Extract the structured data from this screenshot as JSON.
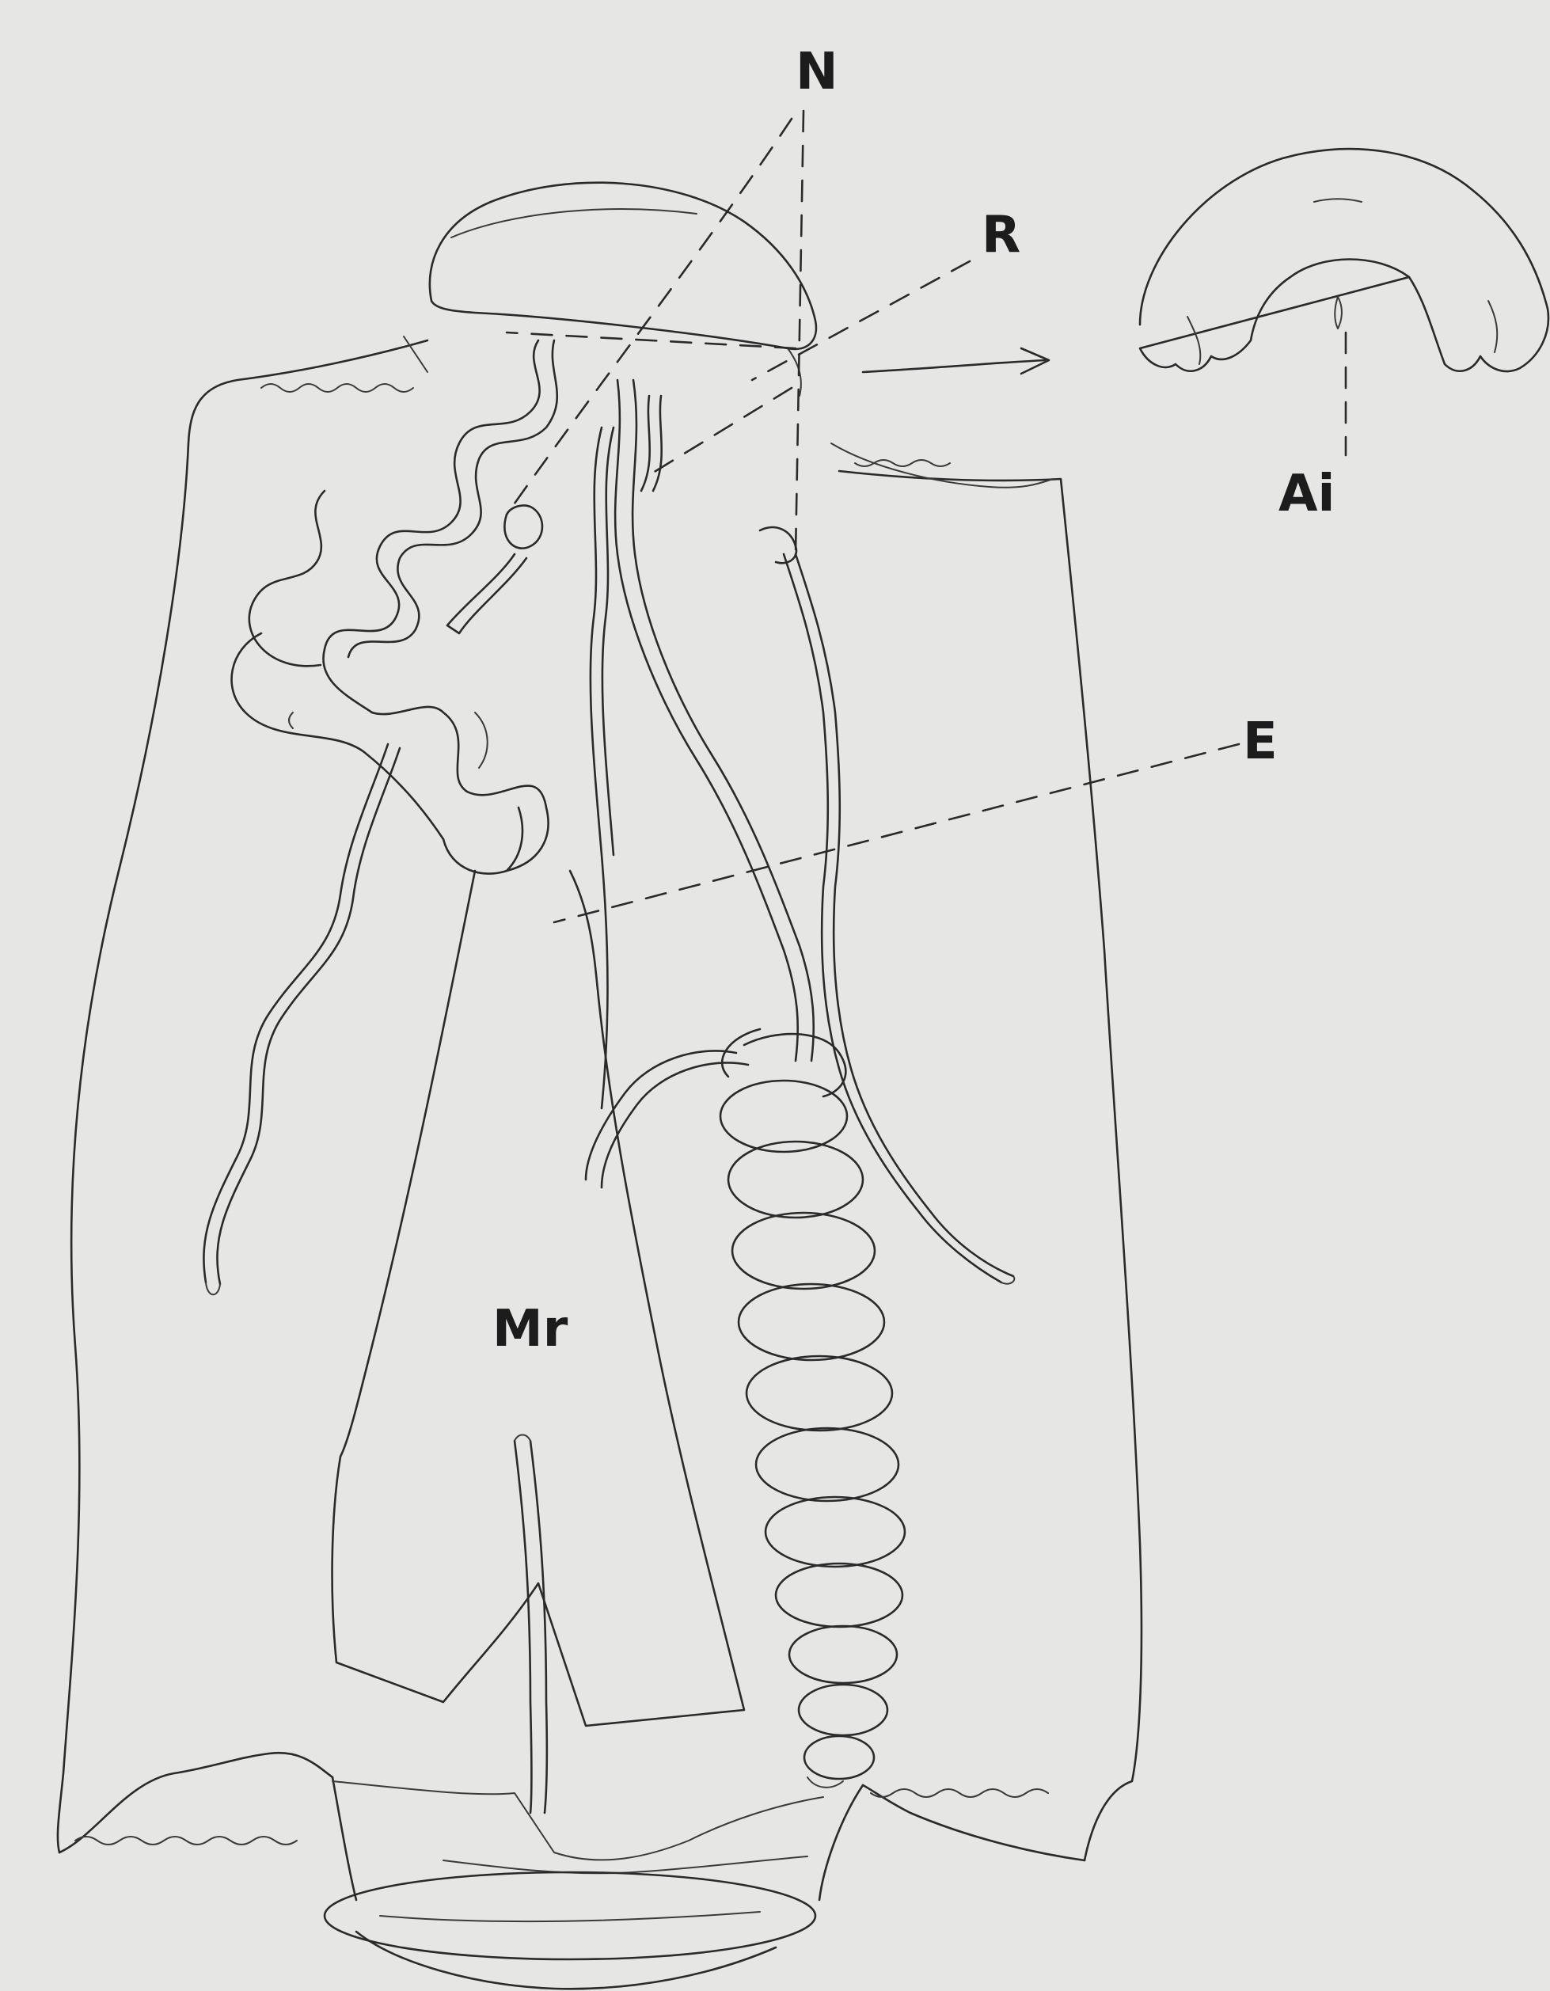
{
  "figure": {
    "labels": {
      "n": "N",
      "r": "R",
      "ai": "Ai",
      "e": "E",
      "mr": "Mr"
    }
  }
}
